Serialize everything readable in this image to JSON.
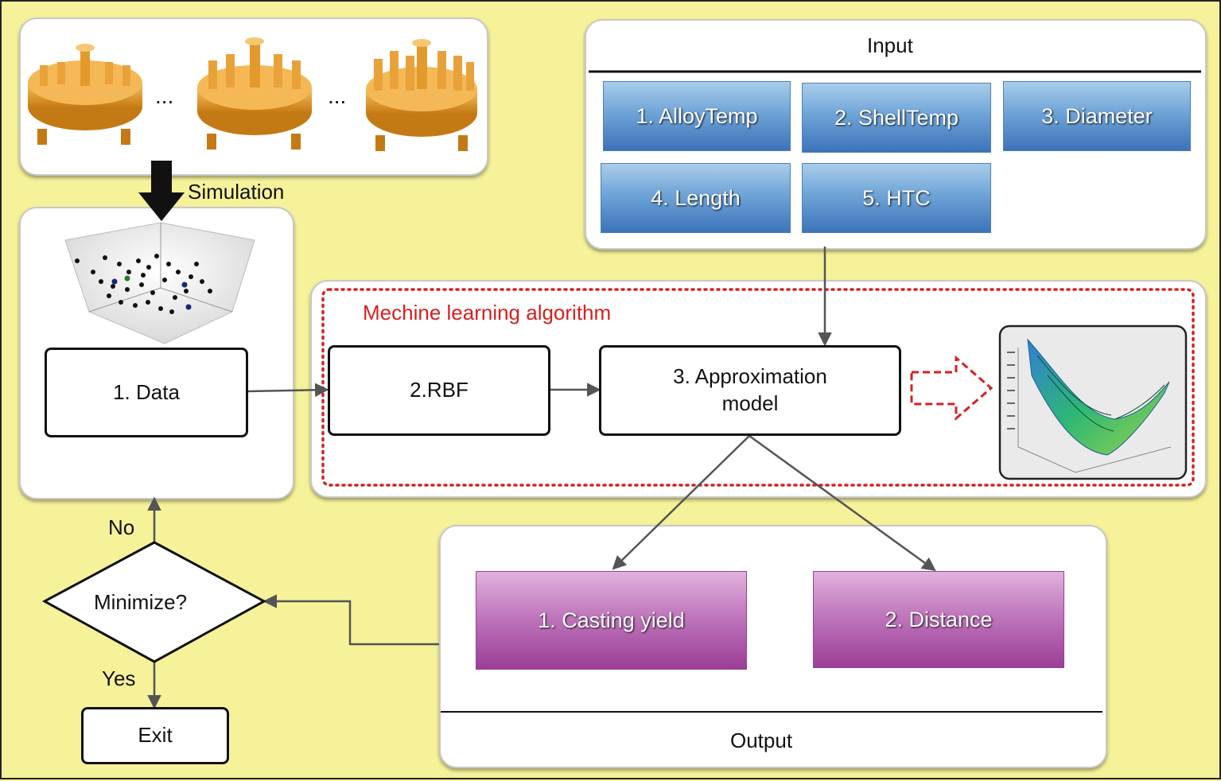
{
  "simulation_label": "Simulation",
  "ellipsis": "...",
  "input": {
    "title": "Input",
    "params": [
      "1. AlloyTemp",
      "2. ShellTemp",
      "3. Diameter",
      "4. Length",
      "5. HTC"
    ]
  },
  "ml": {
    "title": "Mechine learning algorithm",
    "data_label": "1. Data",
    "rbf_label": "2.RBF",
    "model_label_line1": "3. Approximation",
    "model_label_line2": "model"
  },
  "output": {
    "title": "Output",
    "items": [
      "1. Casting yield",
      "2. Distance"
    ]
  },
  "decision": {
    "label": "Minimize?",
    "no_label": "No",
    "yes_label": "Yes",
    "exit_label": "Exit"
  },
  "colors": {
    "background": "#f5f29a",
    "ml_border": "#d62020",
    "ml_title": "#d62020",
    "input_box": "#5b92cf",
    "output_box": "#b35cae",
    "casting_part": "#e8a33a"
  }
}
